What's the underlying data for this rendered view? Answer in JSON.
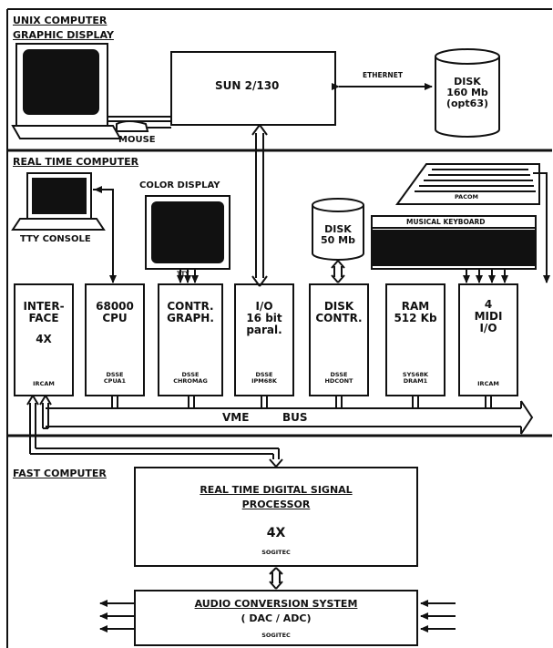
{
  "sections": {
    "unix": [
      "UNIX COMPUTER",
      "GRAPHIC DISPLAY"
    ],
    "realtime": "REAL TIME COMPUTER",
    "fast": "FAST COMPUTER"
  },
  "unix": {
    "sun": "SUN 2/130",
    "ethernet": "ETHERNET",
    "disk": [
      "DISK",
      "160 Mb",
      "(opt63)"
    ],
    "mouse": "MOUSE"
  },
  "realtime": {
    "color_display": "COLOR DISPLAY",
    "tty_console": "TTY CONSOLE",
    "ttl": "TTY",
    "pacom": "PACOM",
    "musical_keyboard": "MUSICAL KEYBOARD",
    "disk": [
      "DISK",
      "50 Mb"
    ],
    "boards": [
      {
        "lines": [
          "INTER-",
          "FACE",
          "",
          "4X"
        ],
        "tag": [
          "IRCAM"
        ]
      },
      {
        "lines": [
          "68000",
          "CPU"
        ],
        "tag": [
          "DSSE",
          "CPUA1"
        ]
      },
      {
        "lines": [
          "CONTR.",
          "GRAPH."
        ],
        "tag": [
          "DSSE",
          "CHROMAG"
        ]
      },
      {
        "lines": [
          "I/O",
          "16 bit",
          "paral."
        ],
        "tag": [
          "DSSE",
          "IPM68K"
        ]
      },
      {
        "lines": [
          "DISK",
          "CONTR."
        ],
        "tag": [
          "DSSE",
          "HDCONT"
        ]
      },
      {
        "lines": [
          "RAM",
          "512 Kb"
        ],
        "tag": [
          "SYS68K",
          "DRAM1"
        ]
      },
      {
        "lines": [
          "4",
          "MIDI",
          "I/O"
        ],
        "tag": [
          "IRCAM"
        ]
      }
    ],
    "bus": [
      "VME",
      "BUS"
    ]
  },
  "fast": {
    "dsp": [
      "REAL TIME DIGITAL SIGNAL",
      "PROCESSOR"
    ],
    "dsp_4x": "4X",
    "dsp_maker": "SOGITEC",
    "acs_title": "AUDIO CONVERSION SYSTEM",
    "acs_sub": "( DAC  /  ADC)",
    "acs_maker": "SOGITEC"
  }
}
